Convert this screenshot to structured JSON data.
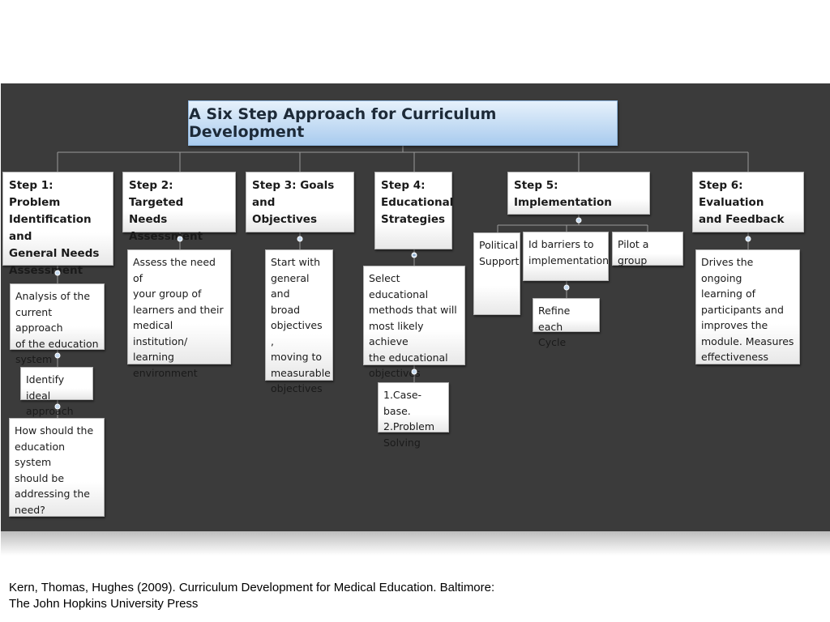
{
  "title": "A Six Step Approach for Curriculum Development",
  "steps": {
    "step1": "Step 1: Problem\nIdentification and\nGeneral Needs\nAssessment",
    "step2": "Step 2: Targeted\nNeeds Assessment",
    "step3": "Step 3: Goals and\nObjectives",
    "step4": "Step 4:\nEducational\nStrategies",
    "step5": "Step 5: Implementation",
    "step6": "Step 6: Evaluation\nand Feedback"
  },
  "details": {
    "analysis": "Analysis of the\ncurrent approach\nof the education\nsystem",
    "identify_ideal": "Identify ideal\napproach",
    "how_should": "How should the\neducation system\nshould be\naddressing the\nneed?",
    "assess_need": "Assess the need of\nyour group of\nlearners and their\nmedical institution/\nlearning\nenvironment",
    "start_with": "Start with\ngeneral and\nbroad\nobjectives ,\nmoving to\nmeasurable\nobjectives",
    "select_methods": "Select educational\nmethods that will\nmost likely achieve\nthe educational\nobjectives",
    "case_base": "1.Case-base.\n  2.Problem\nSolving",
    "political_support": "Political\nSupport",
    "id_barriers": "Id barriers to\nimplementation",
    "pilot_group": "Pilot a group",
    "refine_cycle": "Refine each\nCycle",
    "drives_learning": "Drives the ongoing\nlearning of\nparticipants  and\nimproves the\nmodule. Measures\neffectiveness"
  },
  "citation": {
    "line1": "Kern, Thomas, Hughes (2009). Curriculum Development for Medical Education. Baltimore:",
    "line2": "The John Hopkins University Press"
  },
  "colors": {
    "background": "#3b3b3b",
    "title_fill": "#a9cbee",
    "node_fill": "#ffffff",
    "connector": "#9a9a9a",
    "handle": "#c6dbf1"
  }
}
